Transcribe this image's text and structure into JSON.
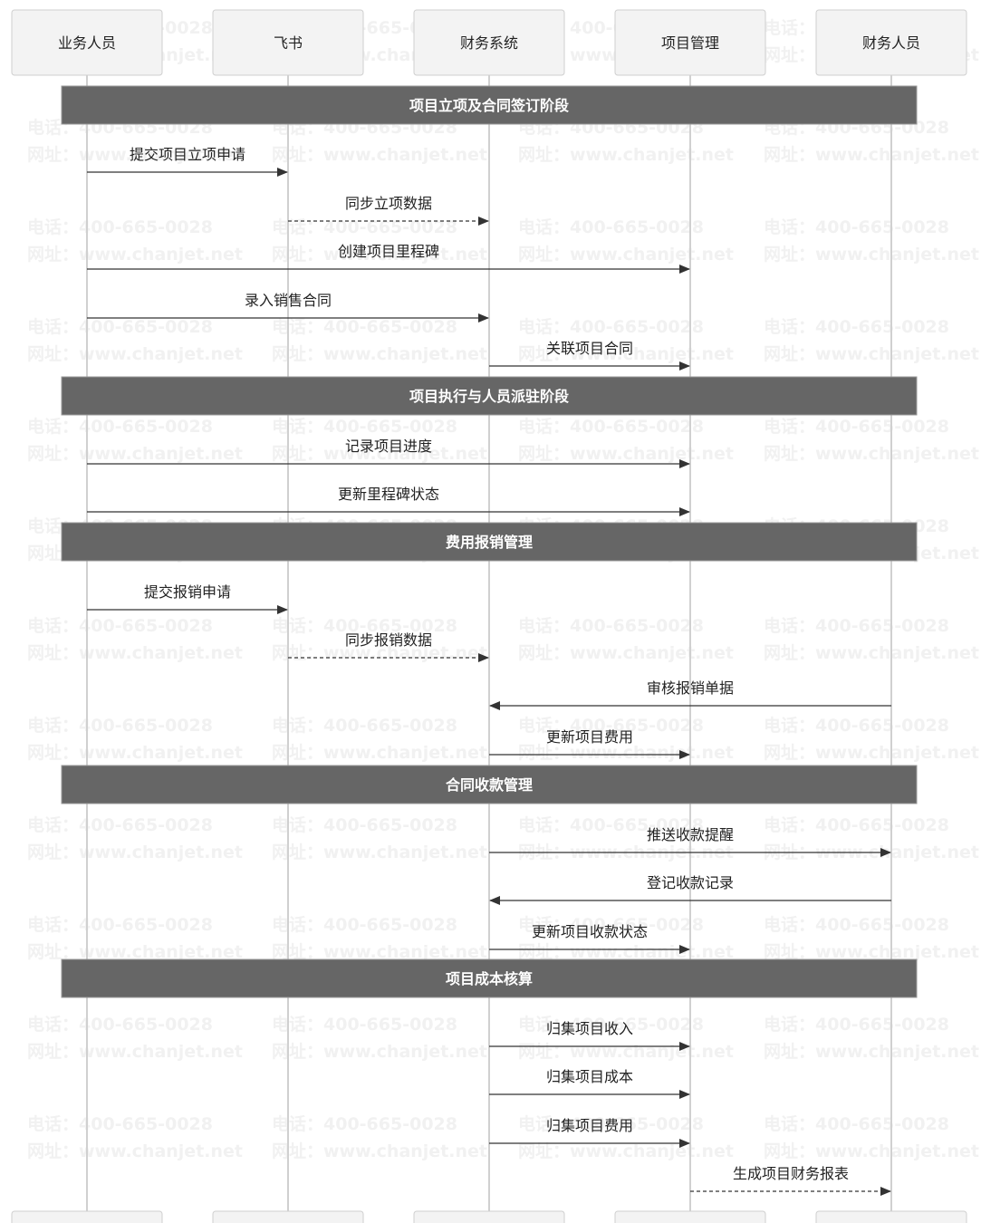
{
  "watermark": {
    "phone": "电话：400-665-0028",
    "url": "网址：www.chanjet.net"
  },
  "participants": [
    {
      "id": "sales",
      "label": "业务人员"
    },
    {
      "id": "feishu",
      "label": "飞书"
    },
    {
      "id": "finance_sys",
      "label": "财务系统"
    },
    {
      "id": "project_mgmt",
      "label": "项目管理"
    },
    {
      "id": "finance_staff",
      "label": "财务人员"
    }
  ],
  "sections": [
    {
      "label": "项目立项及合同签订阶段"
    },
    {
      "label": "项目执行与人员派驻阶段"
    },
    {
      "label": "费用报销管理"
    },
    {
      "label": "合同收款管理"
    },
    {
      "label": "项目成本核算"
    }
  ],
  "messages": [
    {
      "label": "提交项目立项申请",
      "from": "sales",
      "to": "feishu",
      "style": "solid",
      "section": 0
    },
    {
      "label": "同步立项数据",
      "from": "feishu",
      "to": "finance_sys",
      "style": "dashed",
      "section": 0
    },
    {
      "label": "创建项目里程碑",
      "from": "sales",
      "to": "project_mgmt",
      "style": "solid",
      "section": 0
    },
    {
      "label": "录入销售合同",
      "from": "sales",
      "to": "finance_sys",
      "style": "solid",
      "section": 0
    },
    {
      "label": "关联项目合同",
      "from": "finance_sys",
      "to": "project_mgmt",
      "style": "solid",
      "section": 0
    },
    {
      "label": "记录项目进度",
      "from": "sales",
      "to": "project_mgmt",
      "style": "solid",
      "section": 1
    },
    {
      "label": "更新里程碑状态",
      "from": "sales",
      "to": "project_mgmt",
      "style": "solid",
      "section": 1
    },
    {
      "label": "提交报销申请",
      "from": "sales",
      "to": "feishu",
      "style": "solid",
      "section": 2
    },
    {
      "label": "同步报销数据",
      "from": "feishu",
      "to": "finance_sys",
      "style": "dashed",
      "section": 2
    },
    {
      "label": "审核报销单据",
      "from": "finance_staff",
      "to": "finance_sys",
      "style": "solid",
      "section": 2
    },
    {
      "label": "更新项目费用",
      "from": "finance_sys",
      "to": "project_mgmt",
      "style": "solid",
      "section": 2
    },
    {
      "label": "推送收款提醒",
      "from": "finance_sys",
      "to": "finance_staff",
      "style": "solid",
      "section": 3
    },
    {
      "label": "登记收款记录",
      "from": "finance_staff",
      "to": "finance_sys",
      "style": "solid",
      "section": 3
    },
    {
      "label": "更新项目收款状态",
      "from": "finance_sys",
      "to": "project_mgmt",
      "style": "solid",
      "section": 3
    },
    {
      "label": "归集项目收入",
      "from": "finance_sys",
      "to": "project_mgmt",
      "style": "solid",
      "section": 4
    },
    {
      "label": "归集项目成本",
      "from": "finance_sys",
      "to": "project_mgmt",
      "style": "solid",
      "section": 4
    },
    {
      "label": "归集项目费用",
      "from": "finance_sys",
      "to": "project_mgmt",
      "style": "solid",
      "section": 4
    },
    {
      "label": "生成项目财务报表",
      "from": "project_mgmt",
      "to": "finance_staff",
      "style": "dashed",
      "section": 4
    }
  ]
}
